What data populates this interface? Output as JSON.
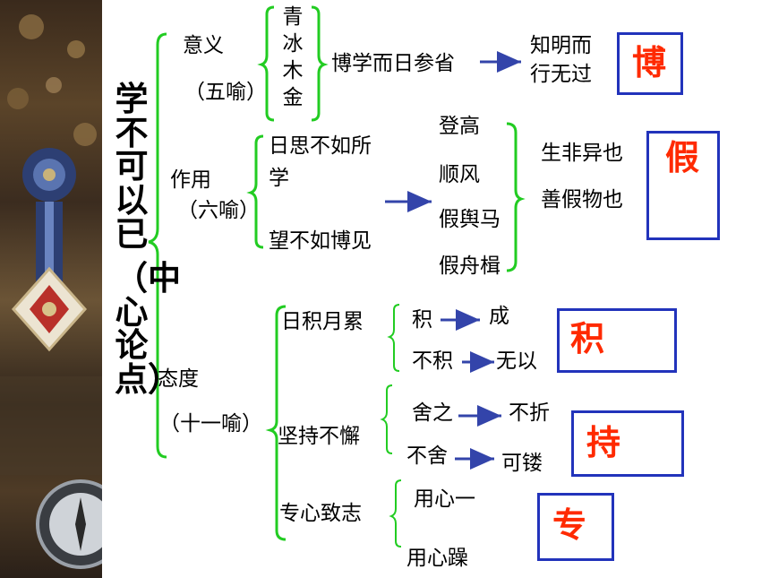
{
  "title": "学不可以已",
  "title_paren": "（中心论点）",
  "colors": {
    "brace": "#22cc22",
    "box_border": "#2233bb",
    "highlight": "#ff2a00",
    "arrow": "#3344aa"
  },
  "section1": {
    "label": "意义",
    "count": "（五喻）",
    "metaphors": [
      "青",
      "冰",
      "木",
      "金"
    ],
    "middle": "博学而日参省",
    "result_line1": "知明而",
    "result_line2": "行无过",
    "key_char": "博"
  },
  "section2": {
    "label": "作用",
    "count": "（六喻）",
    "left_line1": "日思不如所",
    "left_line2": "学",
    "left_line3": "望不如博见",
    "items": [
      "登高",
      "顺风",
      "假舆马",
      "假舟楫"
    ],
    "result_line1": "生非异也",
    "result_line2": "善假物也",
    "key_char": "假"
  },
  "section3": {
    "label": "态度",
    "count": "（十一喻）",
    "sub1": {
      "label": "日积月累",
      "a_from": "积",
      "a_to": "成",
      "b_from": "不积",
      "b_to": "无以",
      "key_char": "积"
    },
    "sub2": {
      "label": "坚持不懈",
      "a_from": "舍之",
      "a_to": "不折",
      "b_from": "不舍",
      "b_to": "可镂",
      "key_char": "持"
    },
    "sub3": {
      "label": "专心致志",
      "a": "用心一",
      "b": "用心躁",
      "key_char": "专"
    }
  }
}
